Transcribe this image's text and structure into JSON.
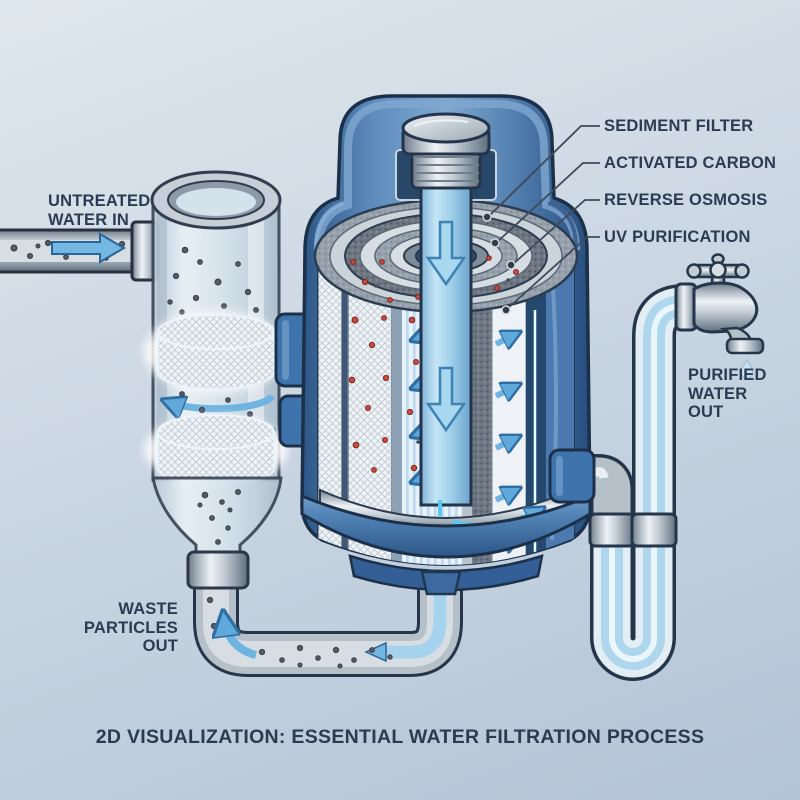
{
  "title": "2D VISUALIZATION: ESSENTIAL WATER FILTRATION PROCESS",
  "stage_labels": [
    {
      "label": "SEDIMENT FILTER"
    },
    {
      "label": "ACTIVATED CARBON"
    },
    {
      "label": "REVERSE OSMOSIS"
    },
    {
      "label": "UV PURIFICATION"
    }
  ],
  "io_labels": {
    "untreated": {
      "line1": "UNTREATED",
      "line2": "WATER IN"
    },
    "waste": {
      "line1": "WASTE",
      "line2": "PARTICLES",
      "line3": "OUT"
    },
    "purified": {
      "line1": "PURIFIED",
      "line2": "WATER",
      "line3": "OUT"
    }
  },
  "colors": {
    "background_top": "#dfe7ed",
    "background_bottom": "#b3c4d7",
    "vessel_blue": "#4e7dae",
    "outline_navy": "#1d3049",
    "metal_light": "#eef2f5",
    "metal_mid": "#aeb9c2",
    "water_blue": "#aed7ee",
    "arrow_blue": "#5fa9db",
    "particle_red": "#cb4a40",
    "particle_dark": "#555c66",
    "uv_glow": "#7fe4ff",
    "text_navy": "#2b3b52"
  },
  "components": [
    {
      "name": "inlet-pipe"
    },
    {
      "name": "cyclone-prefilter"
    },
    {
      "name": "waste-pipe"
    },
    {
      "name": "filtration-vessel"
    },
    {
      "name": "central-intake-tube"
    },
    {
      "name": "u-trap-outlet-pipe"
    },
    {
      "name": "faucet"
    },
    {
      "name": "water-droplet"
    }
  ]
}
